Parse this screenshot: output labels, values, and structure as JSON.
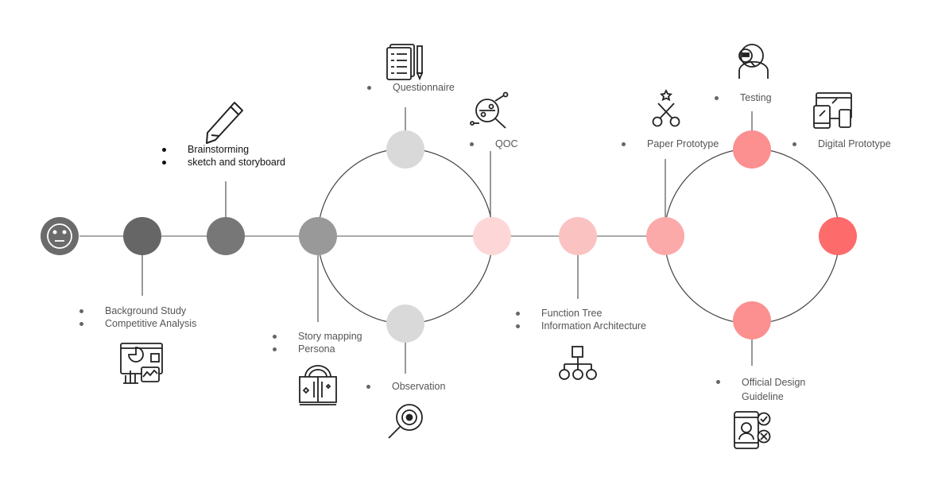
{
  "diagram": {
    "nodes": [
      {
        "id": "start",
        "color": "#6b6b6b",
        "icon": "neutral-face-icon"
      },
      {
        "id": "n1",
        "color": "#666666"
      },
      {
        "id": "n2",
        "color": "#777777"
      },
      {
        "id": "n3",
        "color": "#999999"
      },
      {
        "id": "research-top",
        "color": "#d9d9d9"
      },
      {
        "id": "research-bottom",
        "color": "#d9d9d9"
      },
      {
        "id": "n4",
        "color": "#fdd7d7"
      },
      {
        "id": "n5",
        "color": "#fbc2c2"
      },
      {
        "id": "n6",
        "color": "#fba9a9"
      },
      {
        "id": "design-top",
        "color": "#fc8f8f"
      },
      {
        "id": "design-right",
        "color": "#fd6b6b"
      },
      {
        "id": "design-bottom",
        "color": "#fc8f8f"
      }
    ],
    "line_color": "#aaaaaa",
    "circle_stroke": "#444444"
  },
  "labels": {
    "ideation": [
      "Brainstorming",
      "sketch and storyboard"
    ],
    "background": [
      "Background Study",
      "Competitive Analysis"
    ],
    "questionnaire": "Questionnaire",
    "qoc": "QOC",
    "story": [
      "Story mapping",
      "Persona"
    ],
    "observation": "Observation",
    "function": [
      "Function Tree",
      "Information Architecture"
    ],
    "paper": "Paper Prototype",
    "testing": "Testing",
    "digital": "Digital Prototype",
    "guideline_1": "Official Design",
    "guideline_2": "Guideline"
  },
  "icons": {
    "pencil": "pencil-icon",
    "dashboard": "dashboard-report-icon",
    "questionnaire": "questionnaire-document-icon",
    "qoc": "magnifier-analysis-icon",
    "storybook": "storybook-icon",
    "observation": "observation-magnifier-icon",
    "tree": "hierarchy-tree-icon",
    "paper": "scissors-icon",
    "testing": "tester-magnifier-icon",
    "digital": "devices-icon",
    "guideline": "mobile-approval-icon"
  }
}
